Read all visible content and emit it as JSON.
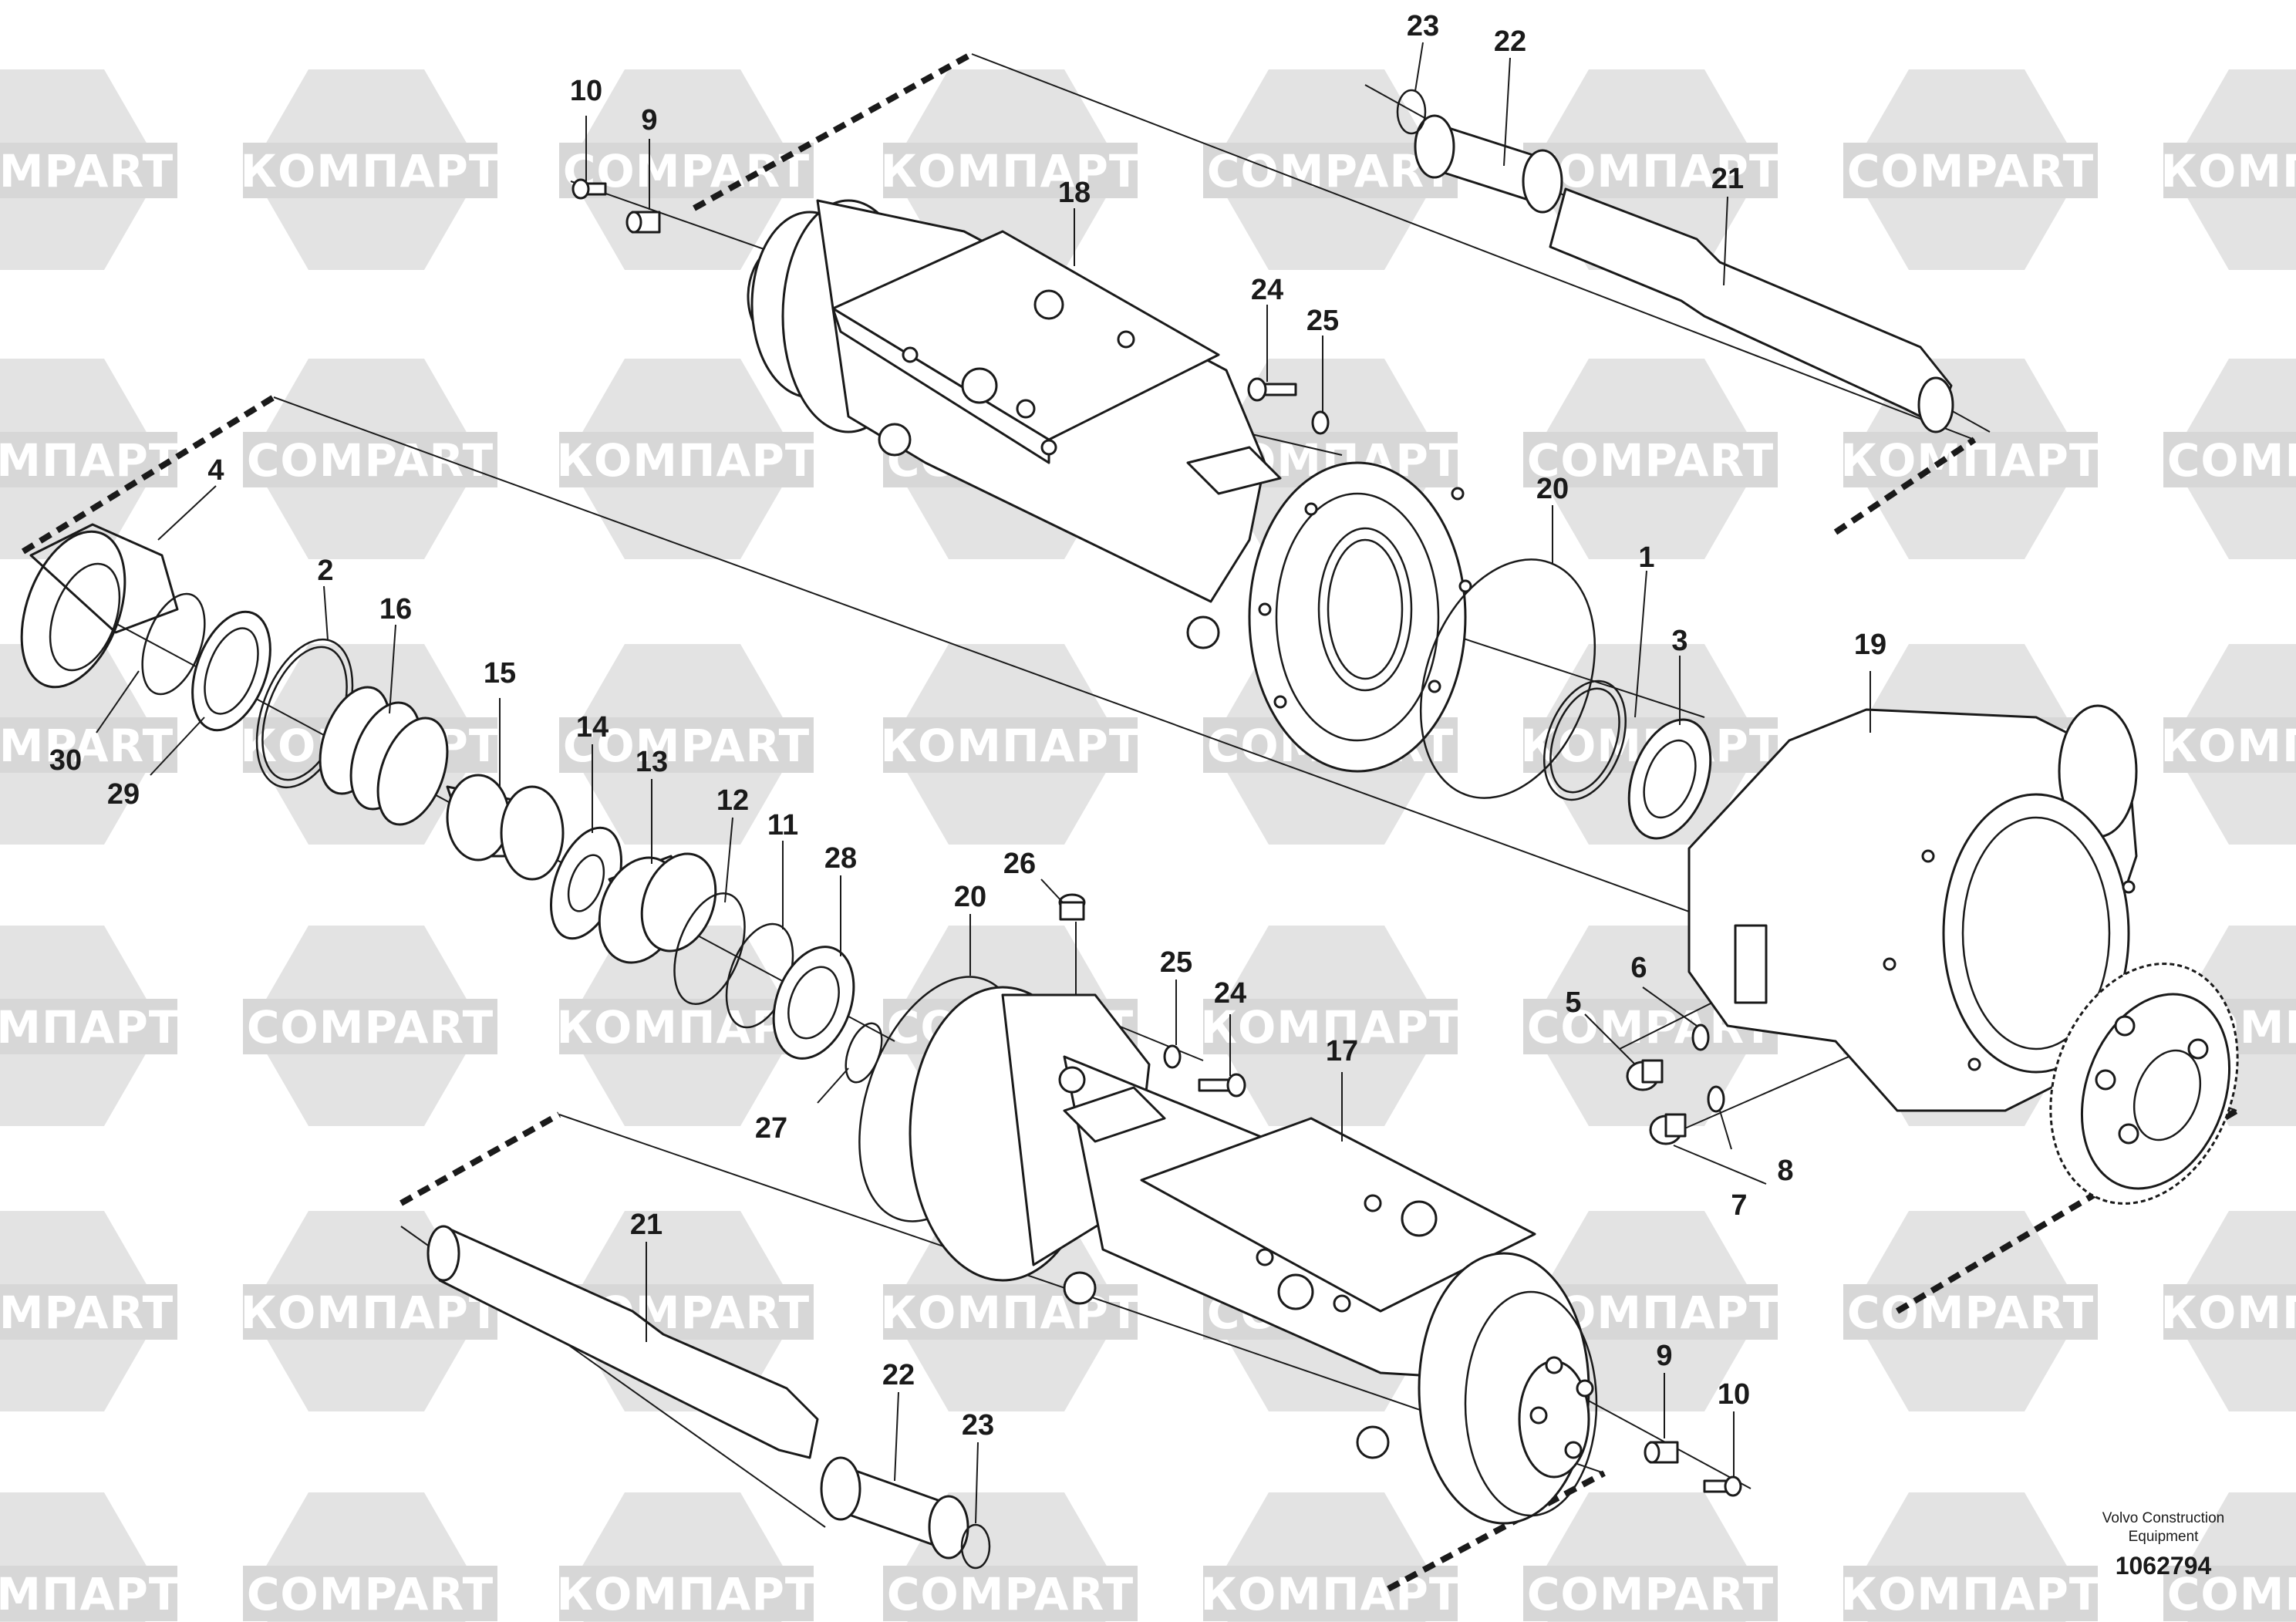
{
  "watermark": {
    "words": [
      "COMPART",
      "КОМПАРТ"
    ],
    "color": "#d7d7d7"
  },
  "callouts": [
    {
      "id": "c1",
      "label": "1"
    },
    {
      "id": "c2",
      "label": "2"
    },
    {
      "id": "c3",
      "label": "3"
    },
    {
      "id": "c4",
      "label": "4"
    },
    {
      "id": "c5",
      "label": "5"
    },
    {
      "id": "c6",
      "label": "6"
    },
    {
      "id": "c7",
      "label": "7"
    },
    {
      "id": "c8",
      "label": "8"
    },
    {
      "id": "c9a",
      "label": "9"
    },
    {
      "id": "c9b",
      "label": "9"
    },
    {
      "id": "c10a",
      "label": "10"
    },
    {
      "id": "c10b",
      "label": "10"
    },
    {
      "id": "c11",
      "label": "11"
    },
    {
      "id": "c12",
      "label": "12"
    },
    {
      "id": "c13",
      "label": "13"
    },
    {
      "id": "c14",
      "label": "14"
    },
    {
      "id": "c15",
      "label": "15"
    },
    {
      "id": "c16",
      "label": "16"
    },
    {
      "id": "c17",
      "label": "17"
    },
    {
      "id": "c18",
      "label": "18"
    },
    {
      "id": "c19",
      "label": "19"
    },
    {
      "id": "c20a",
      "label": "20"
    },
    {
      "id": "c20b",
      "label": "20"
    },
    {
      "id": "c21a",
      "label": "21"
    },
    {
      "id": "c21b",
      "label": "21"
    },
    {
      "id": "c22a",
      "label": "22"
    },
    {
      "id": "c22b",
      "label": "22"
    },
    {
      "id": "c23a",
      "label": "23"
    },
    {
      "id": "c23b",
      "label": "23"
    },
    {
      "id": "c24a",
      "label": "24"
    },
    {
      "id": "c24b",
      "label": "24"
    },
    {
      "id": "c25a",
      "label": "25"
    },
    {
      "id": "c25b",
      "label": "25"
    },
    {
      "id": "c26",
      "label": "26"
    },
    {
      "id": "c27",
      "label": "27"
    },
    {
      "id": "c28",
      "label": "28"
    },
    {
      "id": "c29",
      "label": "29"
    },
    {
      "id": "c30",
      "label": "30"
    }
  ],
  "footer": {
    "line1": "Volvo Construction",
    "line2": "Equipment",
    "doc_number": "1062794"
  }
}
